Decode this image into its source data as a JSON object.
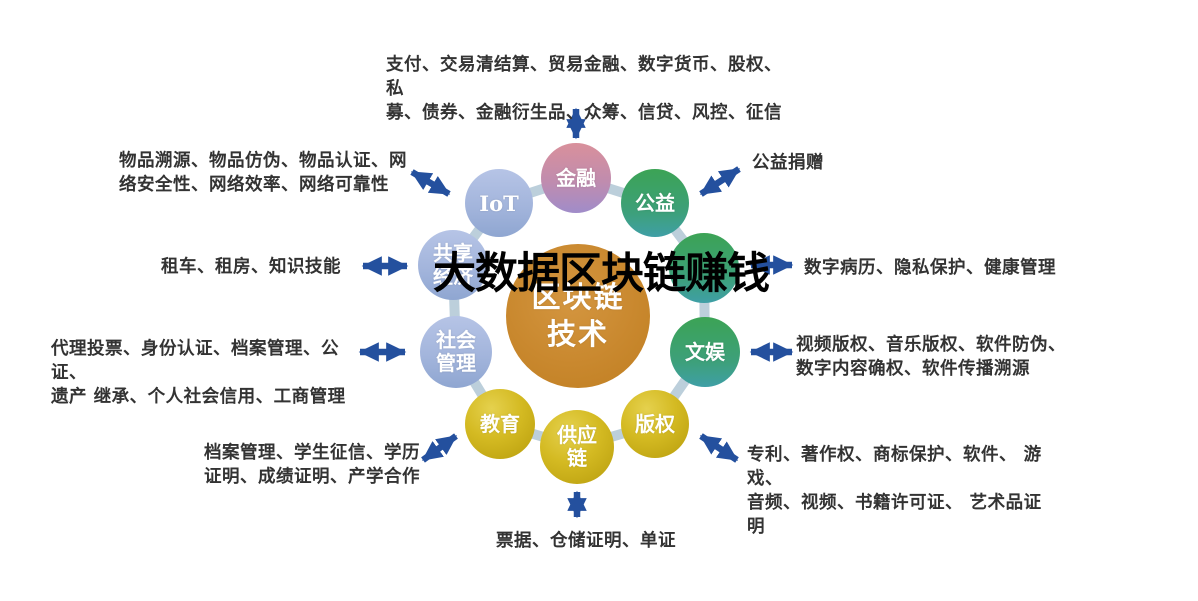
{
  "overlay_title": "大数据区块链赚钱",
  "diagram": {
    "center_label": "区块链\n技术",
    "nodes": {
      "finance": "金融",
      "charity": "公益",
      "medical": "",
      "entertainment": "文娱",
      "copyright": "版权",
      "supply_chain": "供应\n链",
      "education": "教育",
      "social": "社会\n管理",
      "sharing": "共享\n经济",
      "iot": "IoT"
    },
    "labels": {
      "finance": "支付、交易清结算、贸易金融、数字货币、股权、私\n募、债券、金融衍生品、众筹、信贷、风控、征信",
      "iot": "物品溯源、物品仿伪、物品认证、网\n络安全性、网络效率、网络可靠性",
      "sharing": "租车、租房、知识技能",
      "social": "代理投票、身份认证、档案管理、公证、\n遗产 继承、个人社会信用、工商管理",
      "education": "档案管理、学生征信、学历\n证明、成绩证明、产学合作",
      "supply_chain": "票据、仓储证明、单证",
      "copyright": "专利、著作权、商标保护、软件、 游戏、\n音频、视频、书籍许可证、 艺术品证明",
      "entertainment": "视频版权、音乐版权、软件防伪、\n数字内容确权、软件传播溯源",
      "medical": "数字病历、隐私保护、健康管理",
      "charity": "公益捐赠"
    },
    "colors": {
      "arrow": "#24509e",
      "link": "#bccfdb",
      "center_circle": "#c9882e",
      "finance_circle": "#d9909b",
      "green_circle": "#3ca355",
      "blue_circle": "#a3b5dc",
      "gold_circle": "#d4ba22",
      "label_text": "#333333",
      "overlay_text": "#000000"
    }
  }
}
